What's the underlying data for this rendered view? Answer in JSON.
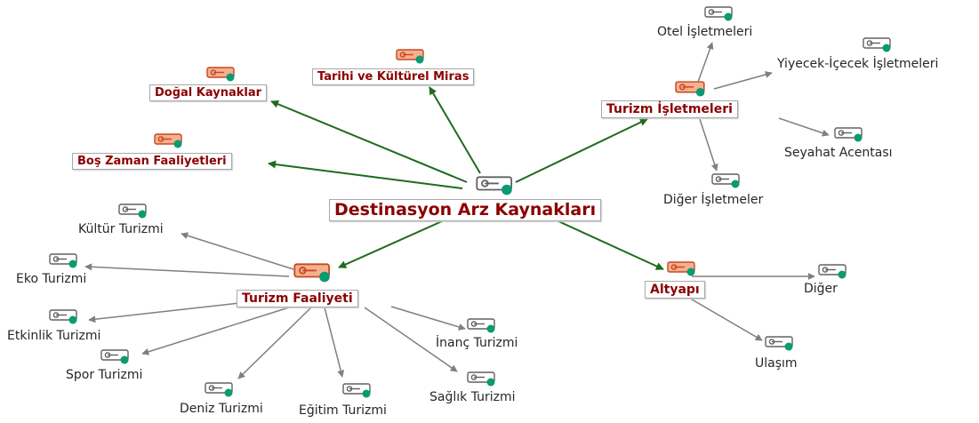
{
  "diagram": {
    "colors": {
      "primary_edge": "#1d6b1d",
      "secondary_edge": "#7f7f7f",
      "label_red": "#8b0000",
      "code_icon_fill": "#f5b08f",
      "code_icon_stroke": "#c8481f",
      "doc_icon_stroke": "#606060",
      "status_dot": "#0a9b72"
    },
    "center": {
      "label": "Destinasyon Arz Kaynakları",
      "icon": "code-icon"
    },
    "categories": {
      "dogal": {
        "label": "Doğal Kaynaklar",
        "icon": "code-icon"
      },
      "tarihi": {
        "label": "Tarihi ve Kültürel Miras",
        "icon": "code-icon"
      },
      "bos_zaman": {
        "label": "Boş Zaman Faaliyetleri",
        "icon": "code-icon"
      },
      "isletmeler": {
        "label": "Turizm İşletmeleri",
        "icon": "code-icon"
      },
      "faaliyet": {
        "label": "Turizm Faaliyeti",
        "icon": "code-icon"
      },
      "altyapi": {
        "label": "Altyapı",
        "icon": "code-icon"
      }
    },
    "isletmeler_children": {
      "otel": "Otel İşletmeleri",
      "yiyecek": "Yiyecek-İçecek İşletmeleri",
      "seyahat": "Seyahat Acentası",
      "diger": "Diğer İşletmeler"
    },
    "faaliyet_children": {
      "kultur": "Kültür Turizmi",
      "eko": "Eko Turizmi",
      "etkinlik": "Etkinlik Turizmi",
      "spor": "Spor Turizmi",
      "deniz": "Deniz Turizmi",
      "egitim": "Eğitim Turizmi",
      "saglik": "Sağlık Turizmi",
      "inanc": "İnanç Turizmi"
    },
    "altyapi_children": {
      "diger": "Diğer",
      "ulasim": "Ulaşım"
    }
  }
}
